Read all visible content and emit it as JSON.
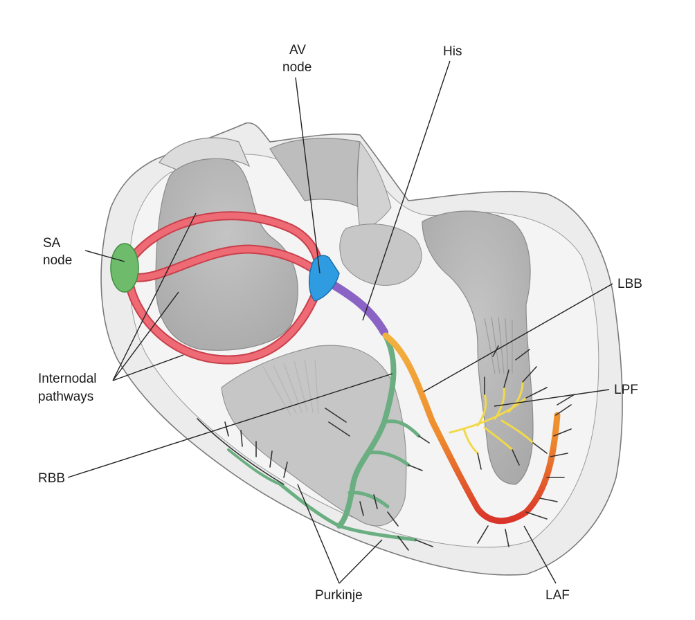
{
  "labels": {
    "av_node_line1": "AV",
    "av_node_line2": "node",
    "his": "His",
    "sa_node_line1": "SA",
    "sa_node_line2": "node",
    "lbb": "LBB",
    "internodal_line1": "Internodal",
    "internodal_line2": "pathways",
    "lpf": "LPF",
    "rbb": "RBB",
    "purkinje": "Purkinje",
    "laf": "LAF"
  },
  "colors": {
    "sa_node": "#6dbb6b",
    "av_node": "#2f9be0",
    "internodal": "#e8525e",
    "his": "#8a63c4",
    "rbb": "#6aae82",
    "lbb_start": "#f0a23a",
    "lbb_end": "#d9342a",
    "lpf": "#f2d94a",
    "purkinje": "#333333",
    "heart_wall": "#eeeeee",
    "chamber": "#c9c9c9"
  }
}
